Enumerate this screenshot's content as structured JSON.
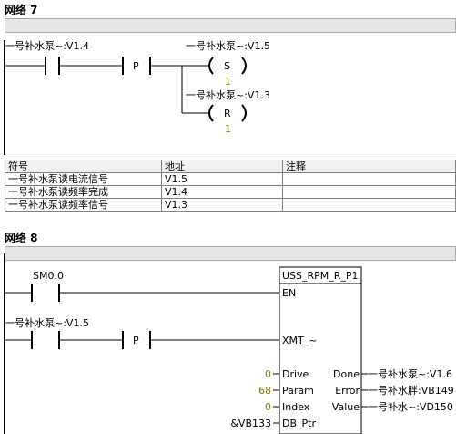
{
  "network7": {
    "title": "网络 7",
    "contact1": {
      "symbol": "一号补水泵~:V1.4"
    },
    "p_label": "P",
    "coil_set": {
      "symbol": "一号补水泵~:V1.5",
      "letter": "S",
      "count": "1"
    },
    "coil_reset": {
      "symbol": "一号补水泵~:V1.3",
      "letter": "R",
      "count": "1"
    },
    "symbol_table": {
      "headers": [
        "符号",
        "地址",
        "注释"
      ],
      "rows": [
        [
          "一号补水泵读电流信号",
          "V1.5",
          ""
        ],
        [
          "一号补水泵读频率完成",
          "V1.4",
          ""
        ],
        [
          "一号补水泵读频率信号",
          "V1.3",
          ""
        ]
      ]
    }
  },
  "network8": {
    "title": "网络 8",
    "contact_sm": {
      "symbol": "SM0.0"
    },
    "contact2": {
      "symbol": "一号补水泵~:V1.5"
    },
    "p_label": "P",
    "block": {
      "name": "USS_RPM_R_P1",
      "en": "EN",
      "xmt": "XMT_~",
      "inputs": [
        {
          "name": "Drive",
          "value": "0"
        },
        {
          "name": "Param",
          "value": "68"
        },
        {
          "name": "Index",
          "value": "0"
        },
        {
          "name": "DB_Ptr",
          "value": "&VB133"
        }
      ],
      "outputs": [
        {
          "name": "Done",
          "value": "一号补水泵~:V1.6"
        },
        {
          "name": "Error",
          "value": "一号补水胖:VB149"
        },
        {
          "name": "Value",
          "value": "一号补水~:VD150"
        }
      ]
    }
  }
}
